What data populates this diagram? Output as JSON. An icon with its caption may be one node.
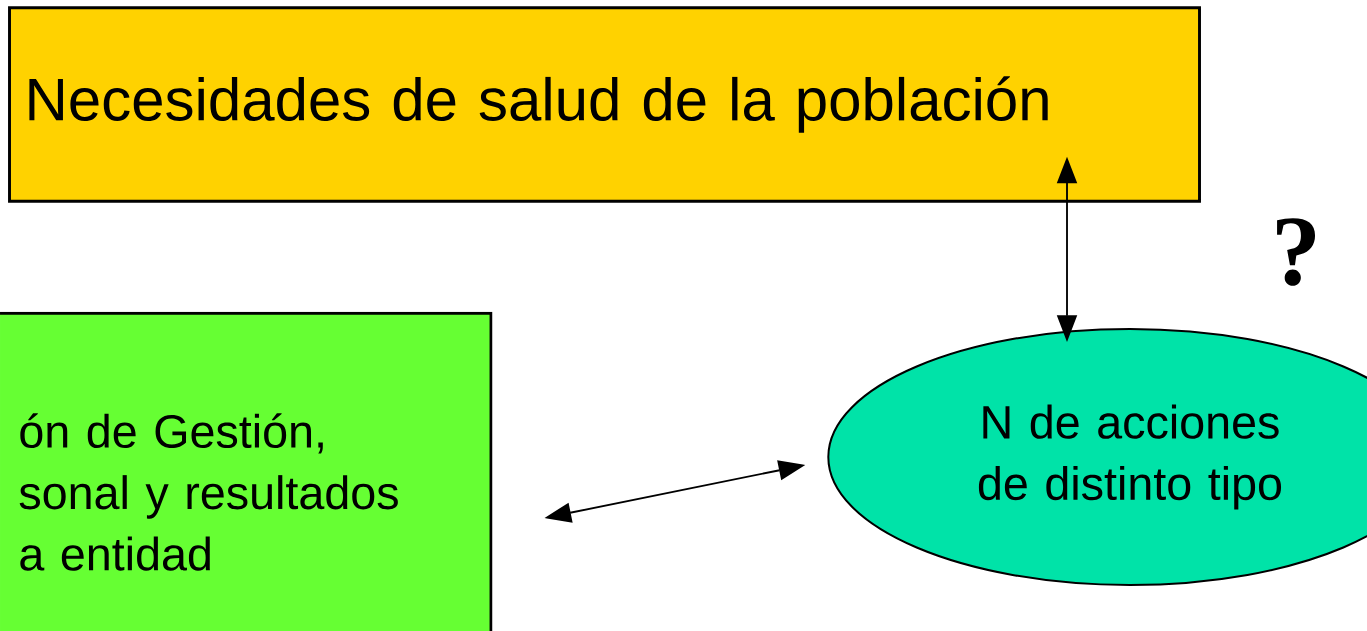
{
  "diagram": {
    "nodes": [
      {
        "text": [
          "Necesidades de salud de la población"
        ]
      },
      {
        "text": [
          "ón de Gestión, sonal y resultados a entidad"
        ]
      },
      {
        "text": [
          "N de acciones de distinto tipo"
        ]
      }
    ],
    "edges": [
      {
        "from": 0,
        "to": 2,
        "arrow": "both"
      },
      {
        "from": 1,
        "to": 2,
        "arrow": "both"
      }
    ],
    "labels": [
      "?"
    ]
  }
}
